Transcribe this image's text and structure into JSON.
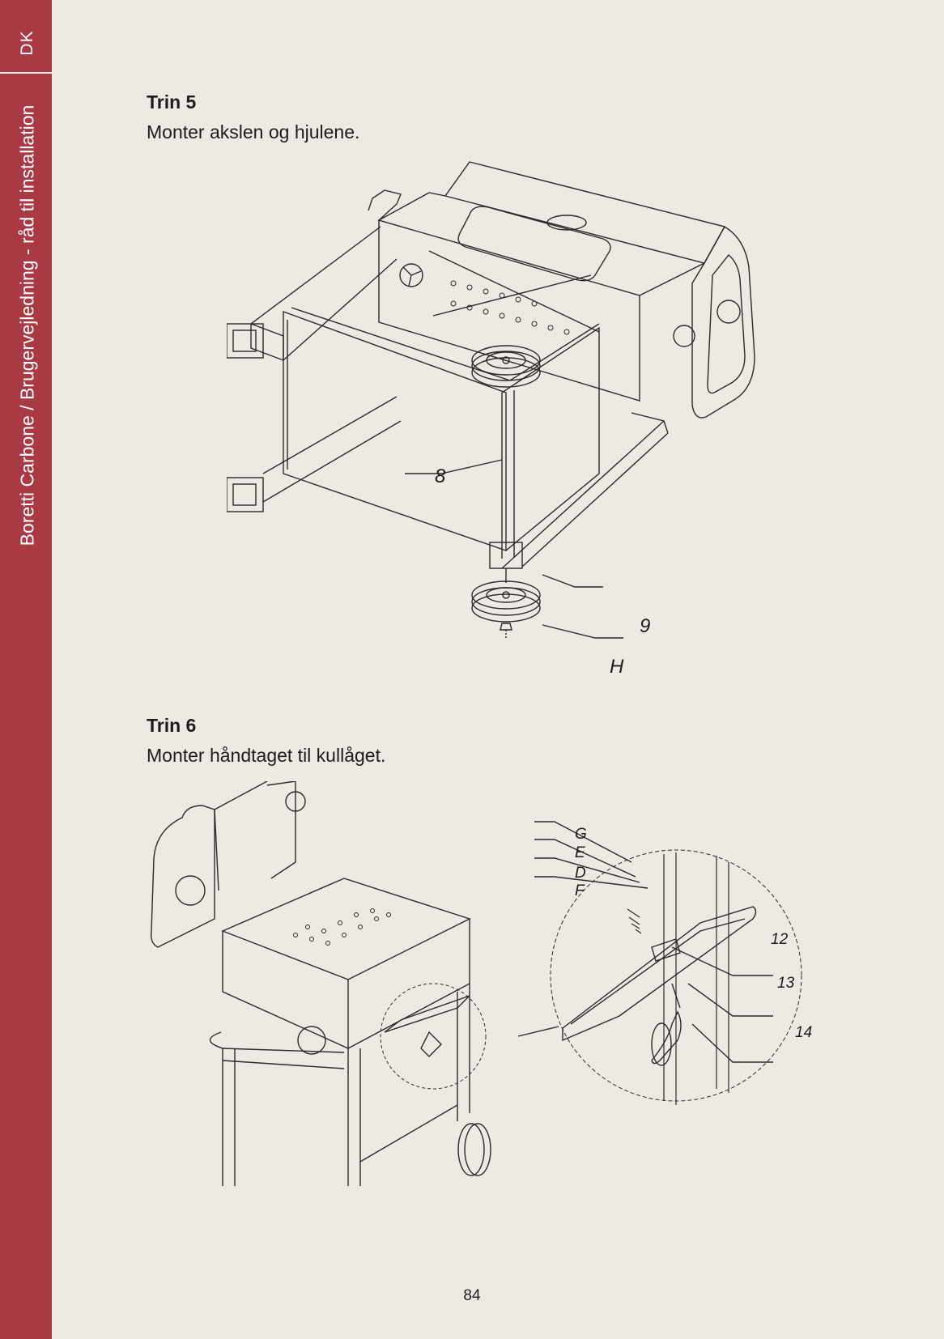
{
  "sidebar": {
    "lang_code": "DK",
    "title": "Boretti Carbone / Brugervejledning - råd til installation"
  },
  "step5": {
    "title": "Trin 5",
    "description": "Monter akslen og hjulene.",
    "callouts": {
      "axle": "8",
      "wheel": "9",
      "nut": "H"
    }
  },
  "step6": {
    "title": "Trin 6",
    "description": "Monter håndtaget til kullåget.",
    "callouts": {
      "g": "G",
      "e": "E",
      "d": "D",
      "f": "F",
      "plate": "12",
      "bolt": "13",
      "handle": "14"
    }
  },
  "page_number": "84"
}
